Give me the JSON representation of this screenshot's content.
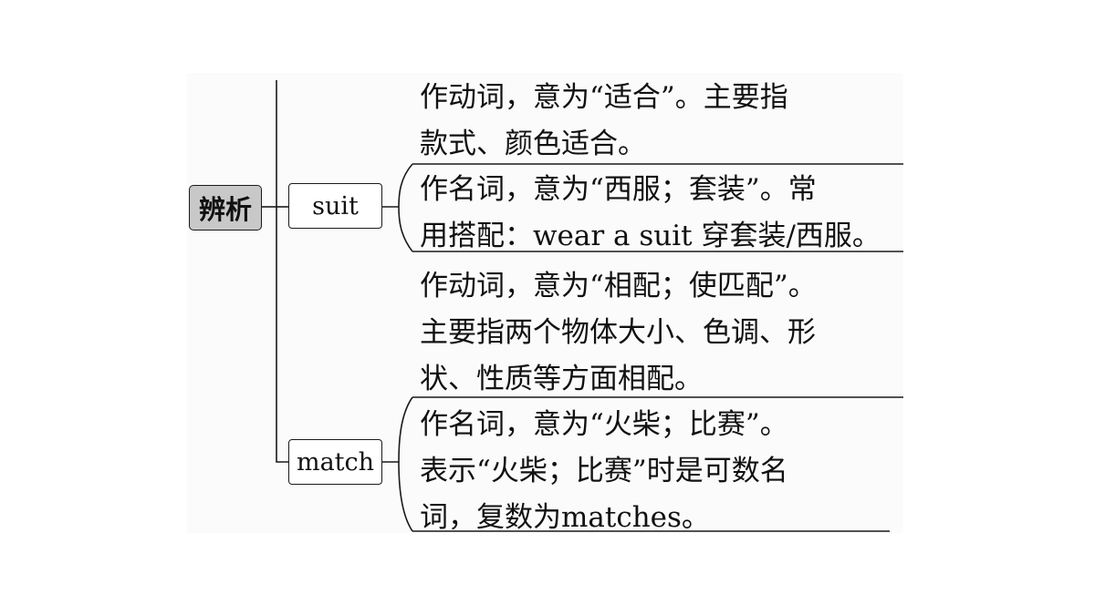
{
  "root": {
    "label": "辨析"
  },
  "branches": [
    {
      "word": "suit",
      "definitions": [
        {
          "lines": [
            "作动词，意为“适合”。主要指",
            "款式、颜色适合。"
          ]
        },
        {
          "lines": [
            "作名词，意为“西服；套装”。常",
            "用搭配：wear a suit 穿套装/西服。"
          ]
        }
      ]
    },
    {
      "word": "match",
      "definitions": [
        {
          "lines": [
            "作动词，意为“相配；使匹配”。",
            "主要指两个物体大小、色调、形",
            "状、性质等方面相配。"
          ]
        },
        {
          "lines": [
            "作名词，意为“火柴；比赛”。",
            "表示“火柴；比赛”时是可数名",
            "词，复数为matches。"
          ]
        }
      ]
    }
  ]
}
